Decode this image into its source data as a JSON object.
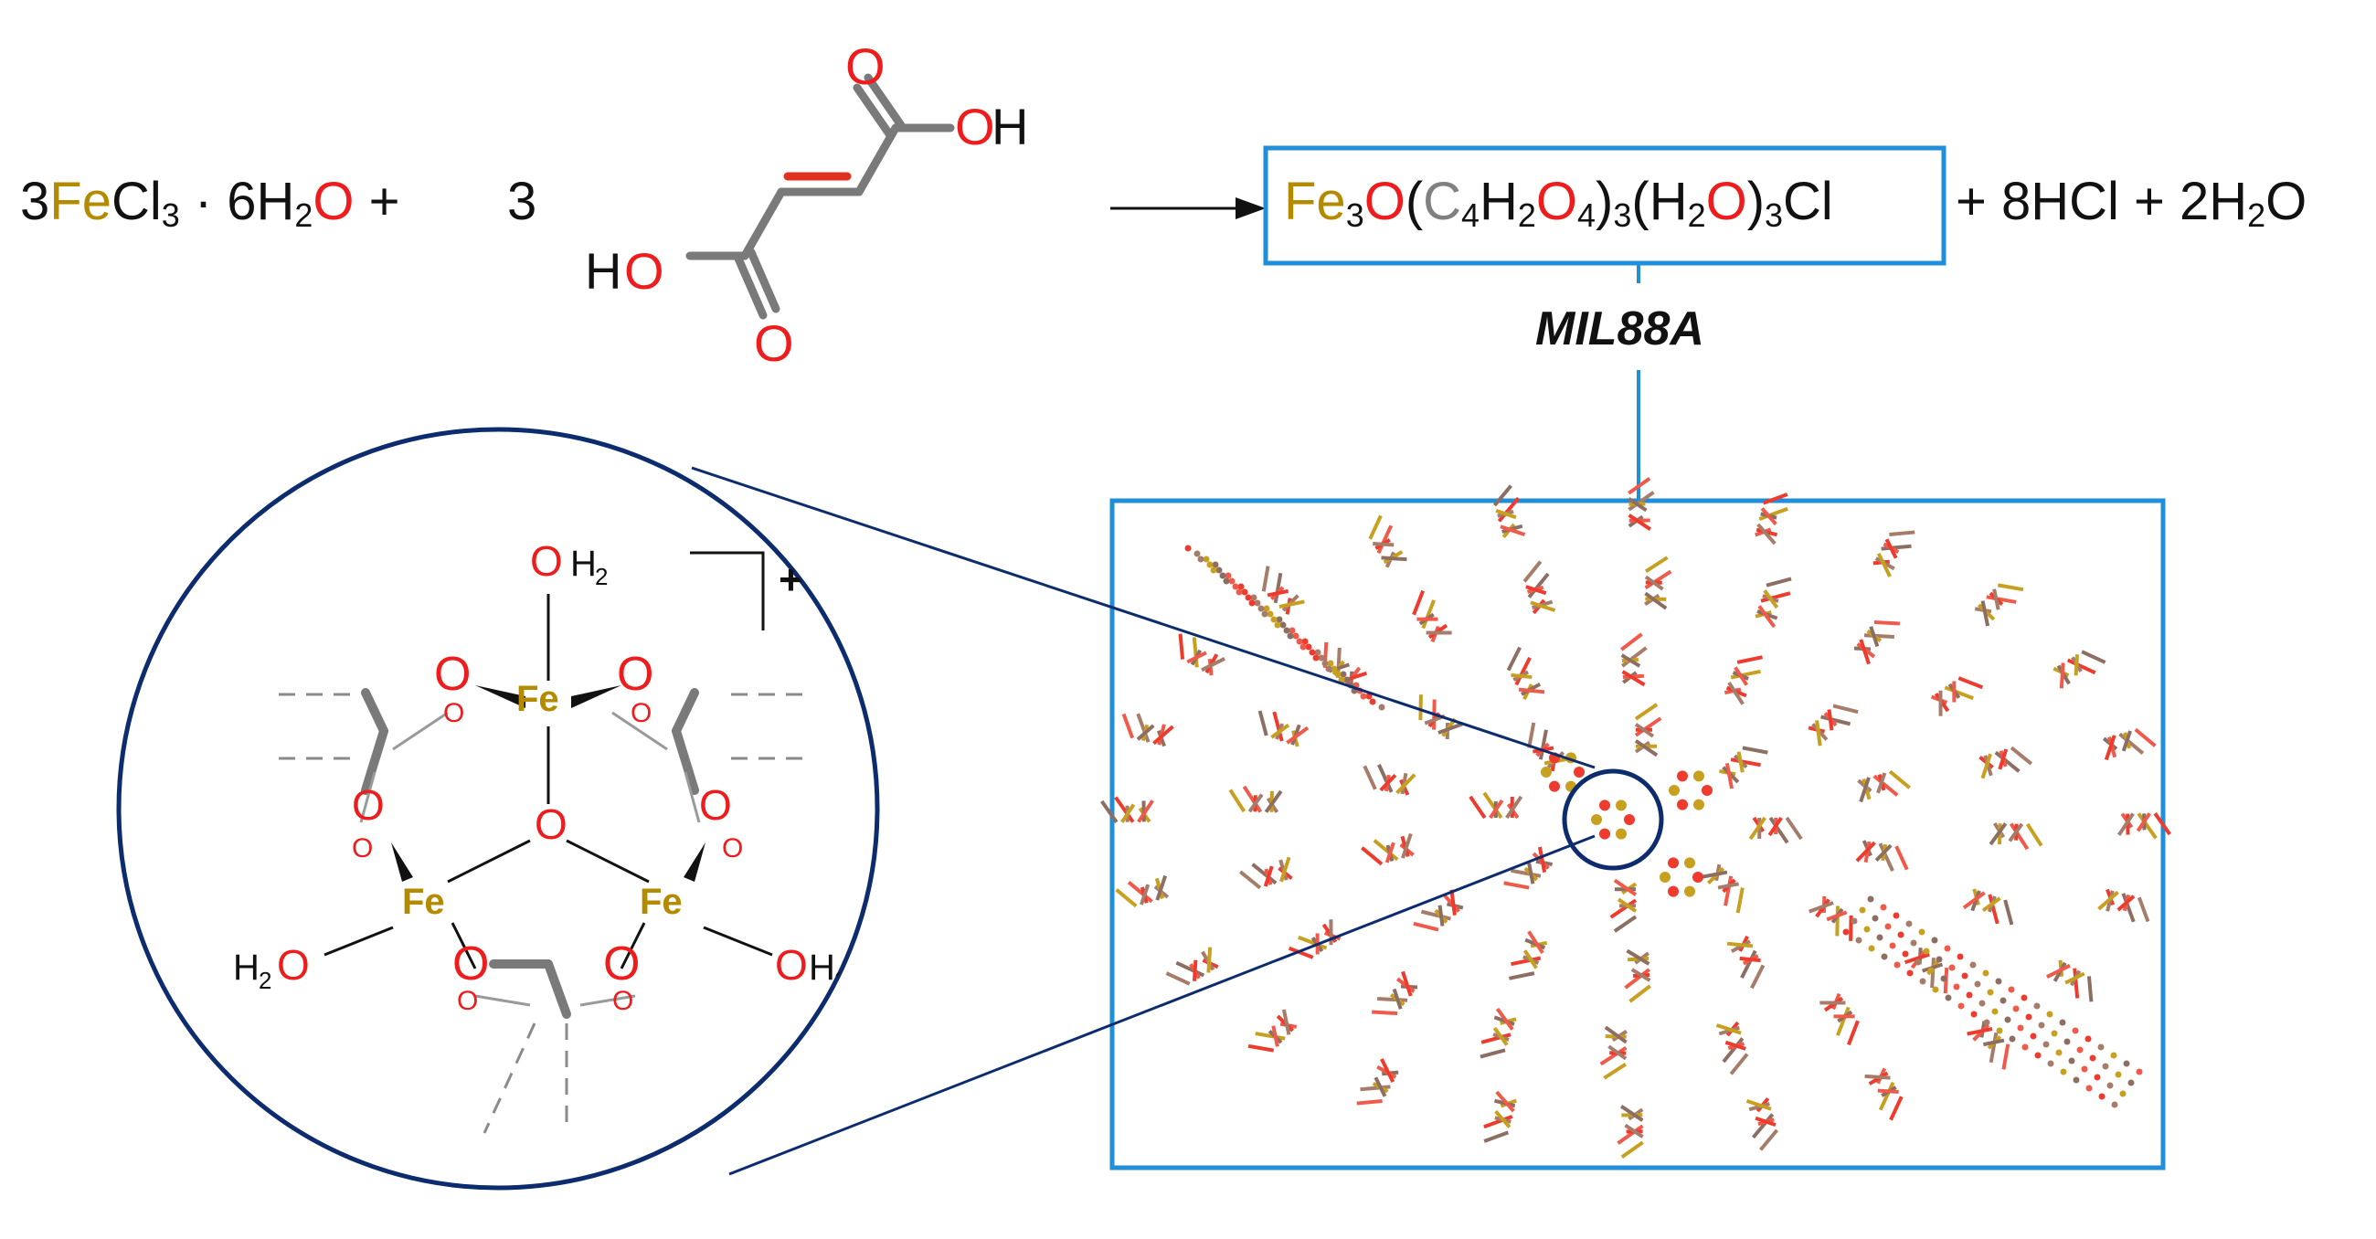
{
  "reaction": {
    "reactant1": {
      "coeff": "3",
      "metal": "Fe",
      "rest": "Cl",
      "sub3": "3",
      "dot": " · 6H",
      "sub2": "2",
      "o": "O",
      "plus": " +"
    },
    "coeff2": "3",
    "linker": {
      "top_o": "O",
      "top_oh_o": "O",
      "top_oh_h": "H",
      "bot_h": "H",
      "bot_ho_o": "O",
      "bot_o": "O"
    },
    "product": {
      "fe": "Fe",
      "s3a": "3",
      "o1": "O",
      "p1": "(",
      "c": "C",
      "s4": "4",
      "h": "H",
      "s2": "2",
      "o2": "O",
      "s4b": "4",
      "p2": ")",
      "s3b": "3",
      "p3": "(H",
      "s2b": "2",
      "o3": "O",
      "p4": ")",
      "s3c": "3",
      "cl": "Cl"
    },
    "byproducts": {
      "text1": "+ 8HCl + 2H",
      "sub": "2",
      "text2": "O"
    }
  },
  "product_name": "MIL88A",
  "cluster": {
    "fe_label": "Fe",
    "o_label": "O",
    "h2": "H",
    "h2_sub": "2",
    "charge": "+"
  },
  "colors": {
    "iron": "#b48a00",
    "oxygen": "#ee1c1c",
    "carbon": "#808080",
    "box_blue": "#1e8fd8",
    "circle_navy": "#0d2c6e"
  }
}
